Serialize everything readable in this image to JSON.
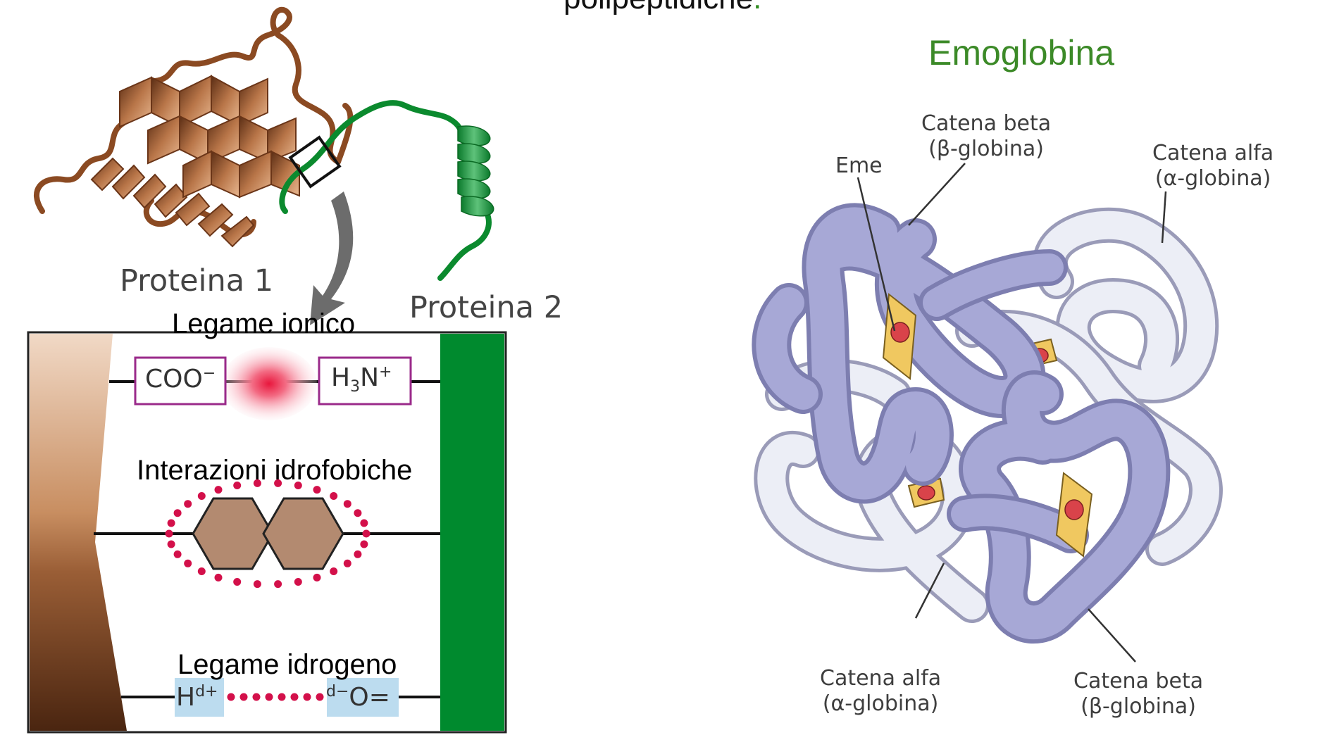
{
  "header": {
    "title_fragment": "polipeptidiche",
    "title_dot": "."
  },
  "left_panel": {
    "protein1_label": "Proteina 1",
    "protein2_label": "Proteina 2",
    "ionic": {
      "title": "Legame ionico",
      "left_group": "COO",
      "left_charge": "−",
      "right_group_h": "H",
      "right_group_sub": "3",
      "right_group_n": "N",
      "right_charge": "+"
    },
    "hydrophobic": {
      "title": "Interazioni idrofobiche"
    },
    "hydrogen": {
      "title": "Legame idrogeno",
      "donor_h": "H",
      "donor_charge": "d+",
      "acceptor_charge": "d−",
      "acceptor_o": "O="
    },
    "colors": {
      "protein1": "#8b4a22",
      "protein2": "#008a2e",
      "ionic_box": "#9a2a8a",
      "ionic_glow": "#e8173d",
      "hydrophobic_dots": "#d3104a",
      "hex_fill": "#b38a70",
      "hbond_bg": "#bcdcef"
    }
  },
  "right_panel": {
    "title": "Emoglobina",
    "labels": {
      "eme": "Eme",
      "beta_top_line1": "Catena beta",
      "beta_top_line2": "(β-globina)",
      "alfa_top_line1": "Catena alfa",
      "alfa_top_line2": "(α-globina)",
      "alfa_bottom_line1": "Catena alfa",
      "alfa_bottom_line2": "(α-globina)",
      "beta_bottom_line1": "Catena beta",
      "beta_bottom_line2": "(β-globina)"
    },
    "colors": {
      "beta_chain": "#a7a8d6",
      "alfa_chain": "#e9eaf4",
      "heme": "#f0c860",
      "iron": "#d9434a"
    }
  }
}
